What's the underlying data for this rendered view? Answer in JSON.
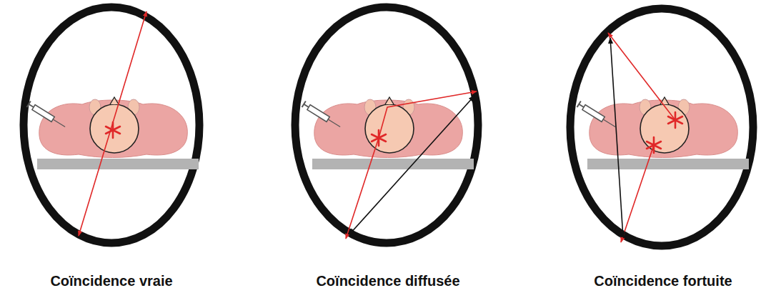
{
  "diagram": {
    "labels": [
      "Coïncidence vraie",
      "Coïncidence diffusée",
      "Coïncidence fortuite"
    ]
  }
}
